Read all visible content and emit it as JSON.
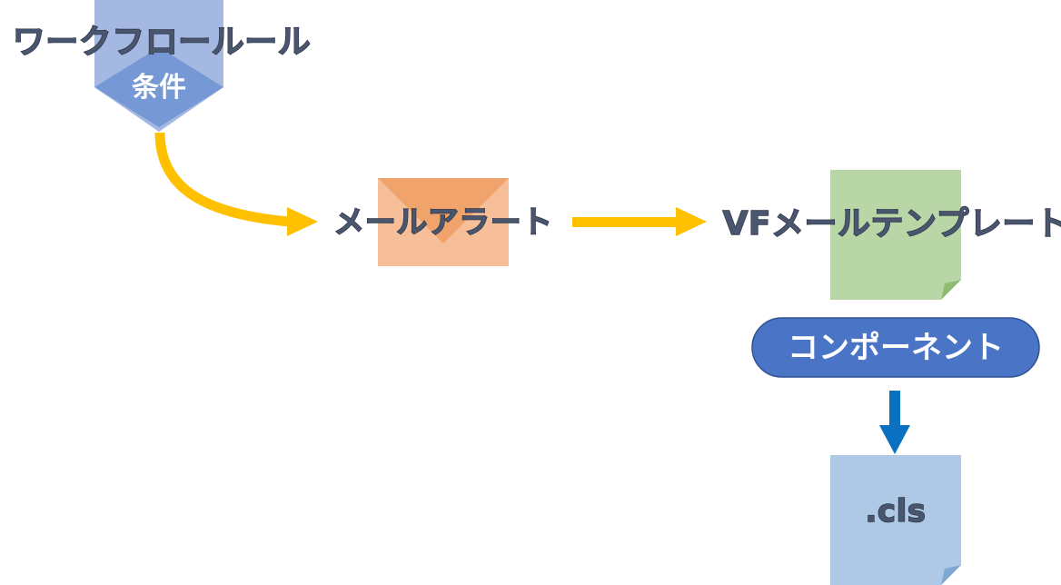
{
  "nodes": {
    "workflow_rule": {
      "label": "ワークフロールール",
      "sublabel": "条件"
    },
    "email_alert": {
      "label": "メールアラート"
    },
    "vf_email_template": {
      "label": "VFメールテンプレート"
    },
    "component": {
      "label": "コンポーネント"
    },
    "cls_file": {
      "label": ".cls"
    }
  },
  "colors": {
    "workflow_shape": "#a4b8e1",
    "workflow_dark": "#6f93d4",
    "envelope_body": "#f6bf99",
    "envelope_flap": "#f0a46c",
    "template_page": "#b8d6a6",
    "template_fold": "#8fbb72",
    "cls_page": "#adc9e6",
    "cls_fold": "#7ea7d2",
    "component_pill": "#4a74c6",
    "component_border": "#2f528f",
    "arrow_yellow": "#ffc000",
    "arrow_blue": "#0a70c0"
  }
}
